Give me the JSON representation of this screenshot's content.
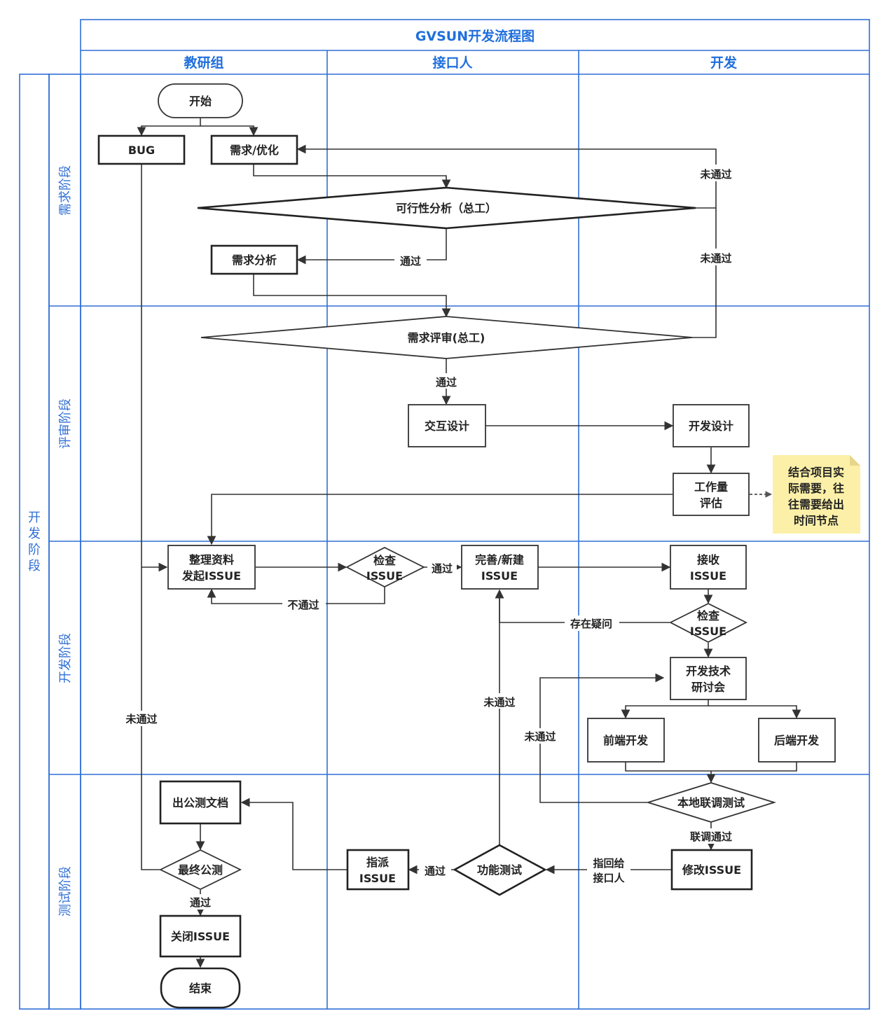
{
  "title": "GVSUN开发流程图",
  "lanes": [
    "教研组",
    "接口人",
    "开发"
  ],
  "outer_stage": [
    "开",
    "发",
    "阶",
    "段"
  ],
  "stages": [
    "需求阶段",
    "评审阶段",
    "开发阶段",
    "测试阶段"
  ],
  "nodes": {
    "start": "开始",
    "bug": "BUG",
    "req_opt": "需求/优化",
    "feasibility": "可行性分析（总工）",
    "req_analysis": "需求分析",
    "req_review": "需求评审(总工)",
    "ux_design": "交互设计",
    "dev_design": "开发设计",
    "workload": [
      "工作量",
      "评估"
    ],
    "note": [
      "结合项目实",
      "际需要，往",
      "往需要给出",
      "时间节点"
    ],
    "prepare_issue": [
      "整理资料",
      "发起ISSUE"
    ],
    "check_issue_1": [
      "检查",
      "ISSUE"
    ],
    "refine_issue": [
      "完善/新建",
      "ISSUE"
    ],
    "receive_issue": [
      "接收",
      "ISSUE"
    ],
    "check_issue_2": [
      "检查",
      "ISSUE"
    ],
    "tech_meeting": [
      "开发技术",
      "研讨会"
    ],
    "frontend": "前端开发",
    "backend": "后端开发",
    "local_test": "本地联调测试",
    "fix_issue": "修改ISSUE",
    "func_test": "功能测试",
    "assign_issue": [
      "指派",
      "ISSUE"
    ],
    "public_doc": "出公测文档",
    "final_test": "最终公测",
    "close_issue": "关闭ISSUE",
    "end": "结束"
  },
  "edge_labels": {
    "not_passed_1": "未通过",
    "not_passed_2": "未通过",
    "passed_1": "通过",
    "passed_2": "通过",
    "fail": "不通过",
    "passed_3": "通过",
    "question": "存在疑问",
    "not_passed_3": "未通过",
    "not_passed_4": "未通过",
    "not_passed_5": "未通过",
    "joint_passed": "联调通过",
    "return_to": [
      "指回给",
      "接口人"
    ],
    "passed_4": "通过",
    "passed_5": "通过"
  }
}
